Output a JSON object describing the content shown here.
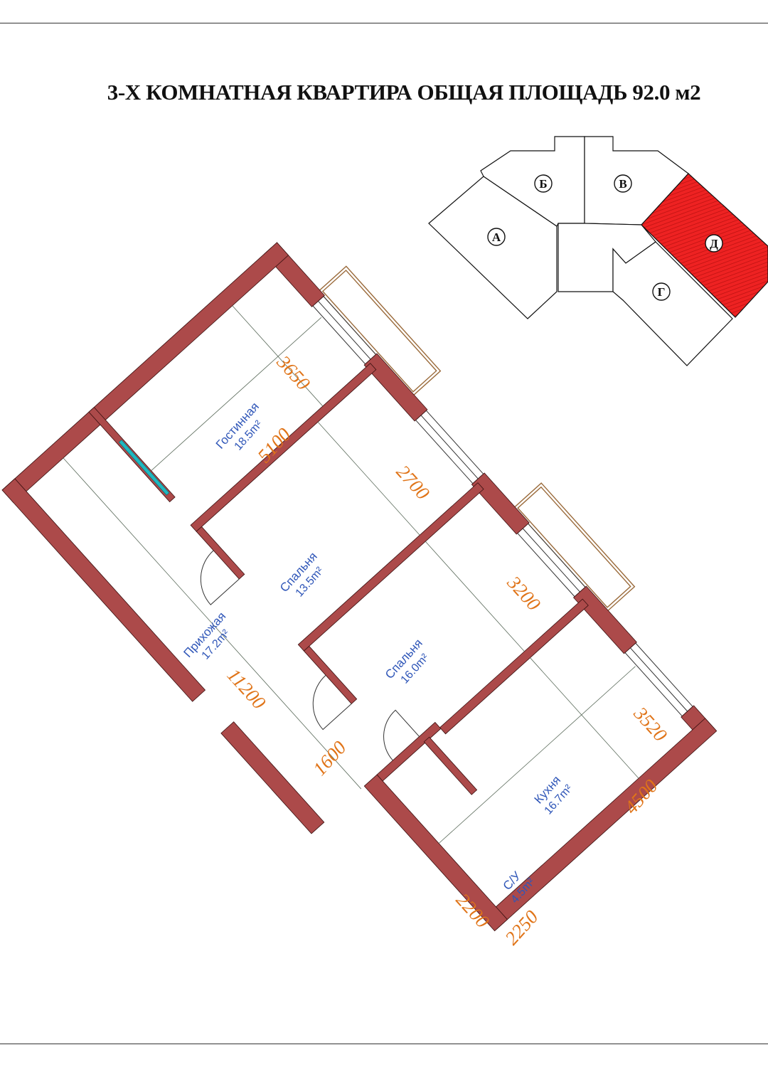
{
  "title": "3-Х КОМНАТНАЯ КВАРТИРА ОБЩАЯ ПЛОЩАДЬ 92.0 м2",
  "colors": {
    "wall": "#ac4a4a",
    "wall_outline": "#3a1010",
    "room_label": "#2f56b8",
    "dimension": "#e07418",
    "highlight": "#ee2222",
    "balcony": "#9a6a3a",
    "door_glass": "#1fb8c0"
  },
  "rooms": [
    {
      "name": "Гостинная",
      "area": "18.5",
      "unit": "m²"
    },
    {
      "name": "Спальня",
      "area": "13.5",
      "unit": "m²"
    },
    {
      "name": "Спальня",
      "area": "16.0",
      "unit": "m²"
    },
    {
      "name": "Прихожая",
      "area": "17.2",
      "unit": "m²"
    },
    {
      "name": "Кухня",
      "area": "16.7",
      "unit": "m²"
    },
    {
      "name": "С/У",
      "area": "4.5",
      "unit": "m²"
    }
  ],
  "dimensions": [
    "3650",
    "5100",
    "2700",
    "3200",
    "3520",
    "4500",
    "11200",
    "1600",
    "2200",
    "2250"
  ],
  "key_plan": {
    "sections": [
      "А",
      "Б",
      "В",
      "Г",
      "Д"
    ],
    "highlighted": "Д"
  }
}
